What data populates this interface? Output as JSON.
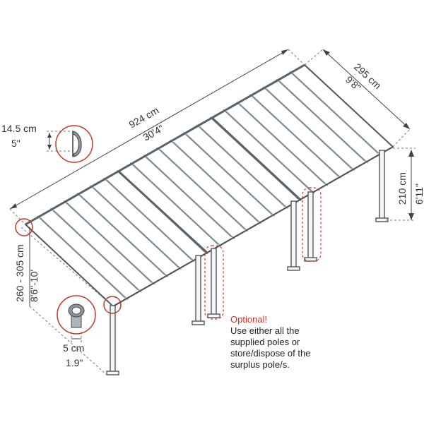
{
  "dimensions": {
    "length_cm": "924 cm",
    "length_ft": "30'4\"",
    "width_cm": "295 cm",
    "width_ft": "9'8\"",
    "height_back_cm": "210 cm",
    "height_back_ft": "6'11\"",
    "height_front_cm": "260 - 305 cm",
    "height_front_ft": "8'6\"-10'",
    "profile_cm": "14.5 cm",
    "profile_in": "5\"",
    "post_cm": "5 cm",
    "post_in": "1.9\""
  },
  "note": {
    "title": "Optional!",
    "lines": [
      "Use either all the",
      "supplied poles or",
      "store/dispose of the",
      "surplus pole/s."
    ]
  },
  "colors": {
    "accent": "#c0392b",
    "frame": "#555555",
    "panel": "#7d8a94"
  }
}
